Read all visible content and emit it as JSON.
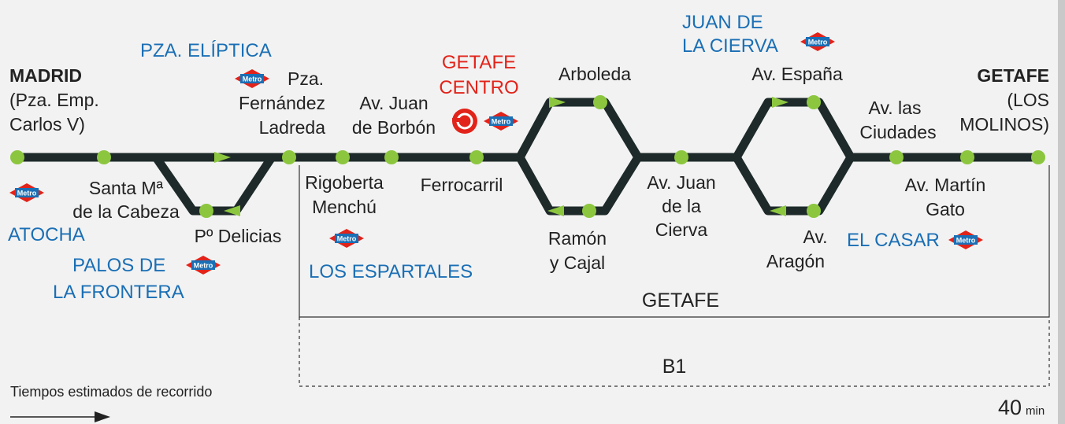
{
  "terminus_start": {
    "name": "MADRID",
    "sub1": "(Pza. Emp.",
    "sub2": "Carlos V)"
  },
  "terminus_end": {
    "name": "GETAFE",
    "sub1": "(LOS",
    "sub2": "MOLINOS)"
  },
  "stations": {
    "santa_maria": [
      "Santa Mª",
      "de la Cabeza"
    ],
    "delicias": [
      "Pº Delicias"
    ],
    "fernandez_ladreda": [
      "Pza.",
      "Fernández",
      "Ladreda"
    ],
    "rigoberta": [
      "Rigoberta",
      "Menchú"
    ],
    "juan_borbon": [
      "Av. Juan",
      "de Borbón"
    ],
    "ferrocarril": [
      "Ferrocarril"
    ],
    "arboleda": [
      "Arboleda"
    ],
    "ramon_cajal": [
      "Ramón",
      "y Cajal"
    ],
    "juan_cierva": [
      "Av. Juan",
      "de la",
      "Cierva"
    ],
    "espana": [
      "Av. España"
    ],
    "aragon": [
      "Av.",
      "Aragón"
    ],
    "ciudades": [
      "Av. las",
      "Ciudades"
    ],
    "martin_gato": [
      "Av. Martín",
      "Gato"
    ]
  },
  "connections": {
    "atocha": "ATOCHA",
    "palos": [
      "PALOS DE",
      "LA FRONTERA"
    ],
    "eliptica": "PZA. ELÍPTICA",
    "espartales": "LOS ESPARTALES",
    "getafe_centro": [
      "GETAFE",
      "CENTRO"
    ],
    "juan_cierva_metro": [
      "JUAN DE",
      "LA CIERVA"
    ],
    "el_casar": "EL CASAR",
    "metro_logo_text": "Metro"
  },
  "zones": {
    "getafe": "GETAFE",
    "b1": "B1"
  },
  "footer": {
    "caption": "Tiempos estimados de recorrido",
    "time_value": "40",
    "time_unit": "min"
  },
  "colors": {
    "line": "#1e2a2a",
    "stop": "#8cc63f",
    "metro_red": "#e2231a",
    "metro_blue": "#1a6fb5",
    "cercanias_red": "#e2231a"
  }
}
